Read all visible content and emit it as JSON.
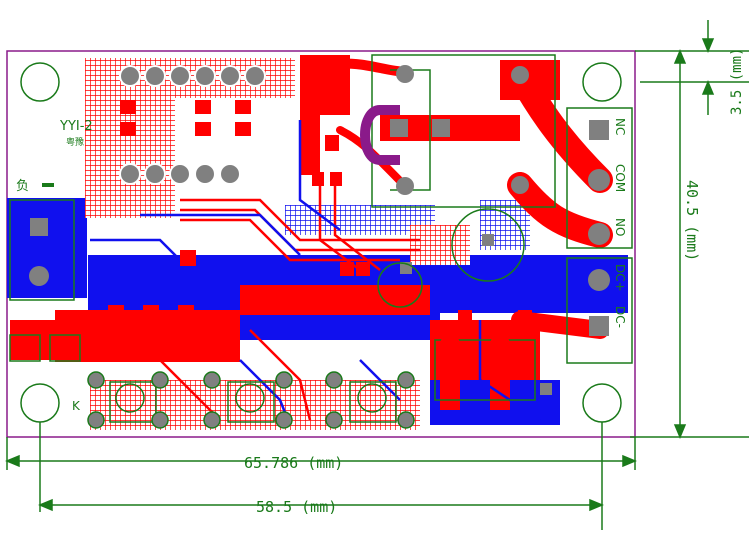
{
  "board": {
    "label": "YYI-2",
    "sublabel": "粤豫",
    "neg_label": "负",
    "key_label": "K"
  },
  "terminals": {
    "relay": [
      "NC",
      "COM",
      "NO"
    ],
    "power": [
      "DC+",
      "DC-"
    ]
  },
  "dimensions": {
    "width_outer": "65.786 (mm)",
    "width_holes": "58.5 (mm)",
    "height": "40.5 (mm)",
    "hole_offset": "3.5 (mm)"
  },
  "colors": {
    "outline": "#8a1a8a",
    "dimension": "#1a7a1a",
    "top_copper": "#ff0000",
    "bottom_copper": "#1010ee",
    "silkscreen": "#1a7a1a",
    "pad": "#808080"
  }
}
